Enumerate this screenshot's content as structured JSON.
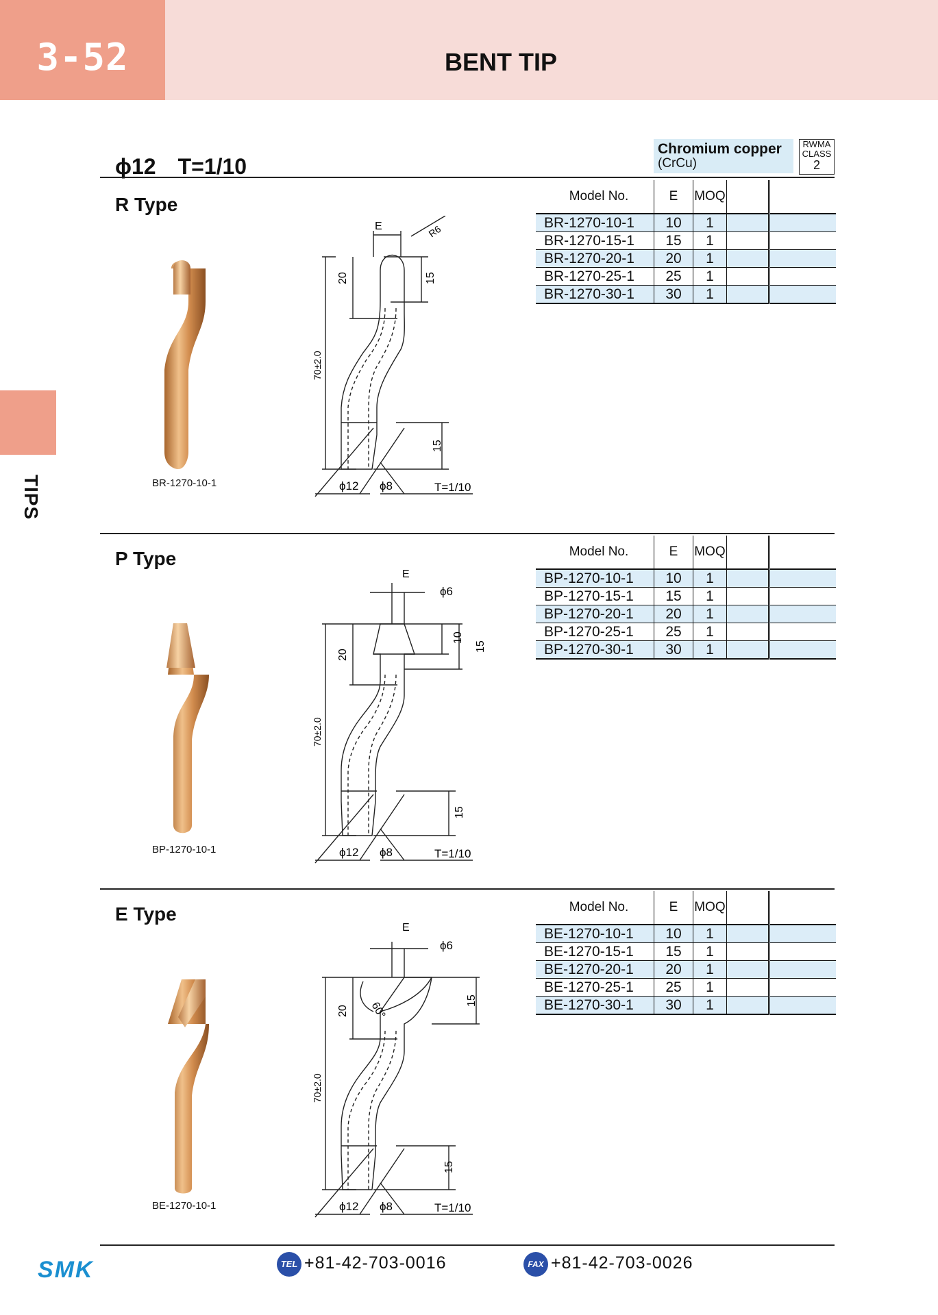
{
  "header": {
    "page_number": "3-52",
    "title": "BENT TIP"
  },
  "side_tab": {
    "label": "TIPS"
  },
  "spec": {
    "title": "ϕ12　T=1/10"
  },
  "material": {
    "name": "Chromium copper",
    "symbol": "(CrCu)"
  },
  "rwma": {
    "line1": "RWMA",
    "line2": "CLASS",
    "line3": "2"
  },
  "table_headers": {
    "model": "Model No.",
    "e": "E",
    "moq": "MOQ"
  },
  "drawing_labels": {
    "e": "E",
    "r6": "R6",
    "phi6": "ϕ6",
    "dim20": "20",
    "dim15": "15",
    "dim10": "10",
    "length": "70±2.0",
    "phi12": "ϕ12",
    "phi8": "ϕ8",
    "taper": "T=1/10",
    "angle": "60°"
  },
  "sections": [
    {
      "title": "R Type",
      "photo_caption": "BR-1270-10-1",
      "rows": [
        {
          "model": "BR-1270-10-1",
          "e": "10",
          "moq": "1"
        },
        {
          "model": "BR-1270-15-1",
          "e": "15",
          "moq": "1"
        },
        {
          "model": "BR-1270-20-1",
          "e": "20",
          "moq": "1"
        },
        {
          "model": "BR-1270-25-1",
          "e": "25",
          "moq": "1"
        },
        {
          "model": "BR-1270-30-1",
          "e": "30",
          "moq": "1"
        }
      ]
    },
    {
      "title": "P Type",
      "photo_caption": "BP-1270-10-1",
      "rows": [
        {
          "model": "BP-1270-10-1",
          "e": "10",
          "moq": "1"
        },
        {
          "model": "BP-1270-15-1",
          "e": "15",
          "moq": "1"
        },
        {
          "model": "BP-1270-20-1",
          "e": "20",
          "moq": "1"
        },
        {
          "model": "BP-1270-25-1",
          "e": "25",
          "moq": "1"
        },
        {
          "model": "BP-1270-30-1",
          "e": "30",
          "moq": "1"
        }
      ]
    },
    {
      "title": "E Type",
      "photo_caption": "BE-1270-10-1",
      "rows": [
        {
          "model": "BE-1270-10-1",
          "e": "10",
          "moq": "1"
        },
        {
          "model": "BE-1270-15-1",
          "e": "15",
          "moq": "1"
        },
        {
          "model": "BE-1270-20-1",
          "e": "20",
          "moq": "1"
        },
        {
          "model": "BE-1270-25-1",
          "e": "25",
          "moq": "1"
        },
        {
          "model": "BE-1270-30-1",
          "e": "30",
          "moq": "1"
        }
      ]
    }
  ],
  "footer": {
    "logo": "SMK",
    "tel_badge": "TEL",
    "tel": "+81-42-703-0016",
    "fax_badge": "FAX",
    "fax": "+81-42-703-0026"
  },
  "colors": {
    "header_band": "#f7dcd8",
    "accent": "#ef9f8a",
    "table_stripe": "#dcedf8",
    "logo_blue": "#1a8fd0",
    "copper": "#c98a4b"
  }
}
